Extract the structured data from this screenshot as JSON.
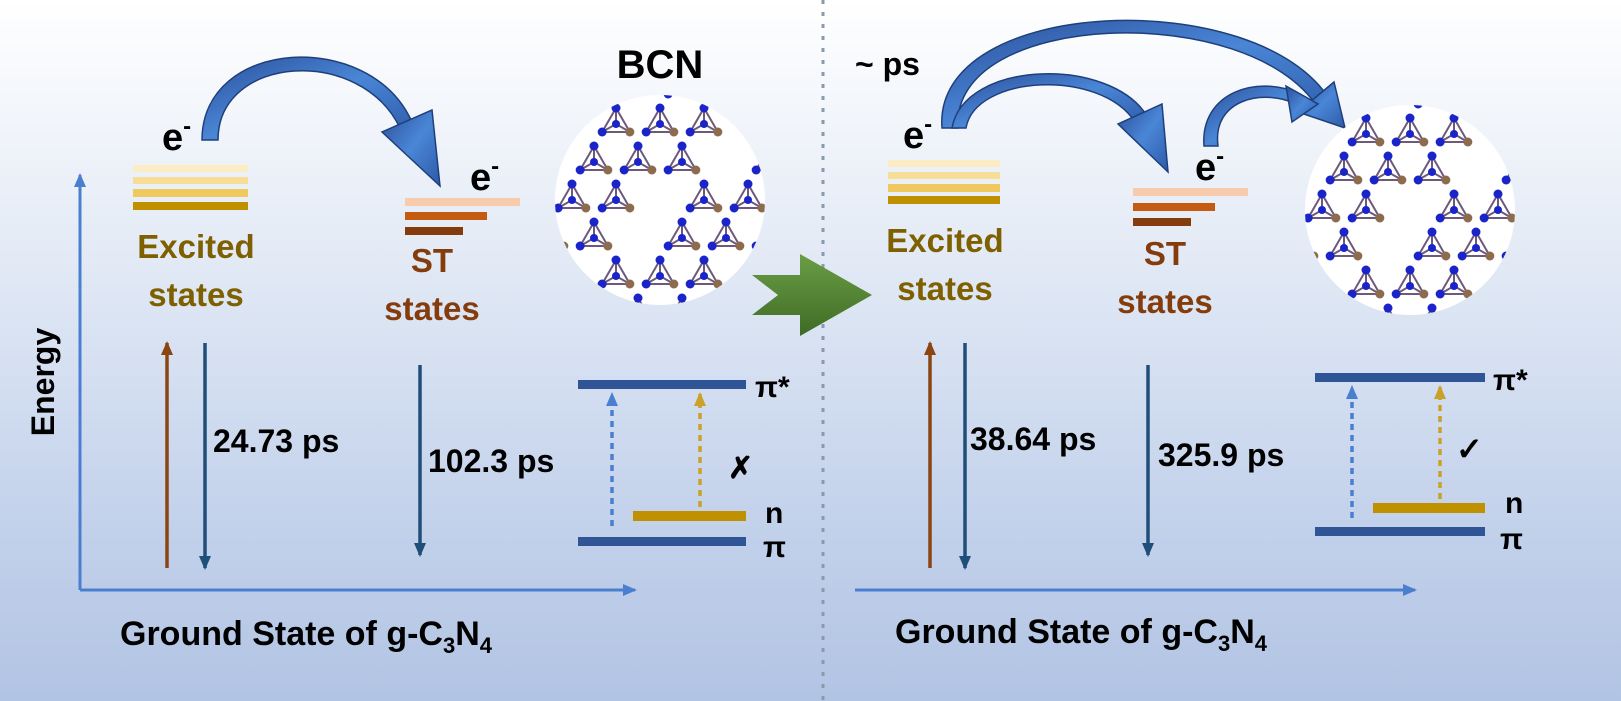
{
  "left_panel": {
    "excited_electron": "e",
    "excited_electron_sup": "-",
    "excited_label_line1": "Excited",
    "excited_label_line2": "states",
    "st_electron": "e",
    "st_electron_sup": "-",
    "st_label_line1": "ST",
    "st_label_line2": "states",
    "axis_label_y": "Energy",
    "axis_label_x_prefix": "Ground State of g-C",
    "axis_label_x_sub1": "3",
    "axis_label_x_mid": "N",
    "axis_label_x_sub2": "4",
    "lifetime_excited": "24.73 ps",
    "lifetime_st": "102.3 ps",
    "orbital_pi_star": "π*",
    "orbital_n": "n",
    "orbital_pi": "π",
    "n_to_pi_star_mark": "✗"
  },
  "middle": {
    "material_label": "BCN"
  },
  "right_panel": {
    "transfer_time": "~ ps",
    "excited_electron": "e",
    "excited_electron_sup": "-",
    "excited_label_line1": "Excited",
    "excited_label_line2": "states",
    "st_electron": "e",
    "st_electron_sup": "-",
    "st_label_line1": "ST",
    "st_label_line2": "states",
    "axis_label_x_prefix": "Ground State of g-C",
    "axis_label_x_sub1": "3",
    "axis_label_x_mid": "N",
    "axis_label_x_sub2": "4",
    "lifetime_excited": "38.64 ps",
    "lifetime_st": "325.9 ps",
    "orbital_pi_star": "π*",
    "orbital_n": "n",
    "orbital_pi": "π",
    "n_to_pi_star_mark": "✓"
  },
  "colors": {
    "axis_blue": "#4a7fd0",
    "decay_navy": "#1f4e79",
    "excitation_brown": "#8b4513",
    "excited_gold": "#c9a227",
    "excited_text": "#7f6000",
    "st_text": "#843c0c",
    "orbital_navy": "#2f5597",
    "n_level_gold": "#bf9000",
    "big_arrow_green": "#548235",
    "curved_arrow_blue": "#3a6fc4",
    "atom_boron": "#8c6b4f",
    "atom_nitrogen": "#1a24c8"
  },
  "icons": [
    "curved-arrow-icon",
    "green-right-arrow-icon",
    "molecule-structure-icon"
  ]
}
